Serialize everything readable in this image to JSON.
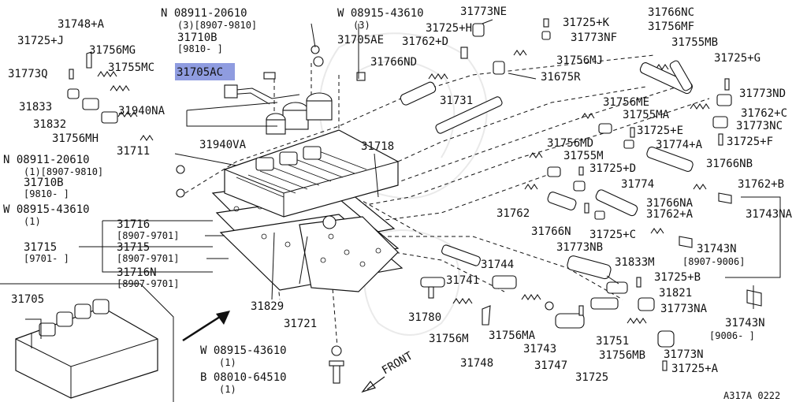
{
  "diagram": {
    "ref_code": "A317A 0222",
    "front_label": "FRONT",
    "labels": [
      {
        "id": "l01",
        "text": "31748+A"
      },
      {
        "id": "l02",
        "text": "31725+J"
      },
      {
        "id": "l03",
        "text": "31756MG"
      },
      {
        "id": "l04",
        "text": "31755MC"
      },
      {
        "id": "l05",
        "text": "31773Q"
      },
      {
        "id": "l06",
        "text": "31833"
      },
      {
        "id": "l07",
        "text": "31832"
      },
      {
        "id": "l08",
        "text": "31756MH"
      },
      {
        "id": "l09",
        "text": "31940NA"
      },
      {
        "id": "l10",
        "text": "31940VA"
      },
      {
        "id": "l11",
        "text": "31711"
      },
      {
        "id": "l12",
        "text": "N 08911-20610"
      },
      {
        "id": "l13",
        "text": "(3)[8907-9810]"
      },
      {
        "id": "l14",
        "text": "31710B"
      },
      {
        "id": "l15",
        "text": "[9810-    ]"
      },
      {
        "id": "l16",
        "text": "W 08915-43610"
      },
      {
        "id": "l17",
        "text": "(3)"
      },
      {
        "id": "l18",
        "text": "31705AE"
      },
      {
        "id": "l19",
        "text": "31705AC",
        "highlight": true
      },
      {
        "id": "l20",
        "text": "31773NE"
      },
      {
        "id": "l21",
        "text": "31725+H"
      },
      {
        "id": "l22",
        "text": "31762+D"
      },
      {
        "id": "l23",
        "text": "31766ND"
      },
      {
        "id": "l24",
        "text": "31725+K"
      },
      {
        "id": "l25",
        "text": "31773NF"
      },
      {
        "id": "l26",
        "text": "31756MJ"
      },
      {
        "id": "l27",
        "text": "31675R"
      },
      {
        "id": "l28",
        "text": "31766NC"
      },
      {
        "id": "l29",
        "text": "31756MF"
      },
      {
        "id": "l30",
        "text": "31755MB"
      },
      {
        "id": "l31",
        "text": "31725+G"
      },
      {
        "id": "l32",
        "text": "31773ND"
      },
      {
        "id": "l33",
        "text": "31731"
      },
      {
        "id": "l34",
        "text": "31756ME"
      },
      {
        "id": "l35",
        "text": "31755MA"
      },
      {
        "id": "l36",
        "text": "31762+C"
      },
      {
        "id": "l37",
        "text": "31773NC"
      },
      {
        "id": "l38",
        "text": "31725+E"
      },
      {
        "id": "l39",
        "text": "31725+F"
      },
      {
        "id": "l40",
        "text": "31774+A"
      },
      {
        "id": "l41",
        "text": "31756MD"
      },
      {
        "id": "l42",
        "text": "31755M"
      },
      {
        "id": "l43",
        "text": "31766NB"
      },
      {
        "id": "l44",
        "text": "31725+D"
      },
      {
        "id": "l45",
        "text": "31718"
      },
      {
        "id": "l46",
        "text": "31774"
      },
      {
        "id": "l47",
        "text": "31762+B"
      },
      {
        "id": "l48",
        "text": "31766NA"
      },
      {
        "id": "l49",
        "text": "31762"
      },
      {
        "id": "l50",
        "text": "31762+A"
      },
      {
        "id": "l51",
        "text": "31743NA"
      },
      {
        "id": "l52",
        "text": "31766N"
      },
      {
        "id": "l53",
        "text": "31725+C"
      },
      {
        "id": "l54",
        "text": "31773NB"
      },
      {
        "id": "l55",
        "text": "31743N"
      },
      {
        "id": "l56",
        "text": "[8907-9006]"
      },
      {
        "id": "l57",
        "text": "N 08911-20610"
      },
      {
        "id": "l58",
        "text": "(1)[8907-9810]"
      },
      {
        "id": "l59",
        "text": "31710B"
      },
      {
        "id": "l60",
        "text": "[9810-    ]"
      },
      {
        "id": "l61",
        "text": "W 08915-43610"
      },
      {
        "id": "l62",
        "text": "(1)"
      },
      {
        "id": "l63",
        "text": "31716"
      },
      {
        "id": "l64",
        "text": "[8907-9701]"
      },
      {
        "id": "l65",
        "text": "31715"
      },
      {
        "id": "l66",
        "text": "31715"
      },
      {
        "id": "l67",
        "text": "[9701-    ]"
      },
      {
        "id": "l68",
        "text": "[8907-9701]"
      },
      {
        "id": "l69",
        "text": "31716N"
      },
      {
        "id": "l70",
        "text": "[8907-9701]"
      },
      {
        "id": "l71",
        "text": "31744"
      },
      {
        "id": "l72",
        "text": "31833M"
      },
      {
        "id": "l73",
        "text": "31725+B"
      },
      {
        "id": "l74",
        "text": "31741"
      },
      {
        "id": "l75",
        "text": "31821"
      },
      {
        "id": "l76",
        "text": "31773NA"
      },
      {
        "id": "l77",
        "text": "31743N"
      },
      {
        "id": "l78",
        "text": "[9006-    ]"
      },
      {
        "id": "l79",
        "text": "31705"
      },
      {
        "id": "l80",
        "text": "31829"
      },
      {
        "id": "l81",
        "text": "31780"
      },
      {
        "id": "l82",
        "text": "31721"
      },
      {
        "id": "l83",
        "text": "31756M"
      },
      {
        "id": "l84",
        "text": "31756MA"
      },
      {
        "id": "l85",
        "text": "31751"
      },
      {
        "id": "l86",
        "text": "31743"
      },
      {
        "id": "l87",
        "text": "31756MB"
      },
      {
        "id": "l88",
        "text": "31773N"
      },
      {
        "id": "l89",
        "text": "W 08915-43610"
      },
      {
        "id": "l90",
        "text": "(1)"
      },
      {
        "id": "l91",
        "text": "31748"
      },
      {
        "id": "l92",
        "text": "31747"
      },
      {
        "id": "l93",
        "text": "31725+A"
      },
      {
        "id": "l94",
        "text": "B 08010-64510"
      },
      {
        "id": "l95",
        "text": "(1)"
      },
      {
        "id": "l96",
        "text": "31725"
      }
    ]
  }
}
